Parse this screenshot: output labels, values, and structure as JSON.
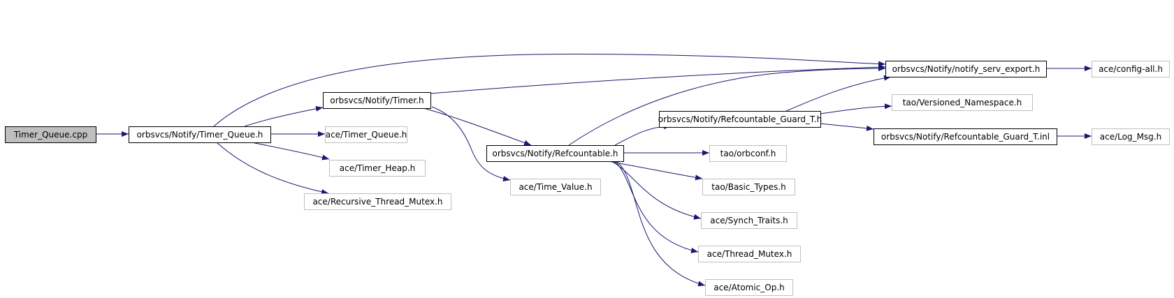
{
  "graph": {
    "nodes": [
      {
        "id": "timer_queue_cpp",
        "label": "Timer_Queue.cpp",
        "style": "root"
      },
      {
        "id": "timer_queue_h",
        "label": "orbsvcs/Notify/Timer_Queue.h",
        "style": "internal"
      },
      {
        "id": "timer_h",
        "label": "orbsvcs/Notify/Timer.h",
        "style": "internal"
      },
      {
        "id": "ace_timer_queue",
        "label": "ace/Timer_Queue.h",
        "style": "external"
      },
      {
        "id": "ace_timer_heap",
        "label": "ace/Timer_Heap.h",
        "style": "external"
      },
      {
        "id": "ace_recursive_mutex",
        "label": "ace/Recursive_Thread_Mutex.h",
        "style": "external"
      },
      {
        "id": "refcountable_h",
        "label": "orbsvcs/Notify/Refcountable.h",
        "style": "internal"
      },
      {
        "id": "ace_time_value",
        "label": "ace/Time_Value.h",
        "style": "external"
      },
      {
        "id": "notify_serv_export",
        "label": "orbsvcs/Notify/notify_serv_export.h",
        "style": "internal"
      },
      {
        "id": "ace_config_all",
        "label": "ace/config-all.h",
        "style": "external"
      },
      {
        "id": "refcountable_guard_h",
        "label": "orbsvcs/Notify/Refcountable_Guard_T.h",
        "style": "internal"
      },
      {
        "id": "tao_versioned_ns",
        "label": "tao/Versioned_Namespace.h",
        "style": "external"
      },
      {
        "id": "refcountable_guard_inl",
        "label": "orbsvcs/Notify/Refcountable_Guard_T.inl",
        "style": "internal"
      },
      {
        "id": "ace_log_msg",
        "label": "ace/Log_Msg.h",
        "style": "external"
      },
      {
        "id": "tao_orbconf",
        "label": "tao/orbconf.h",
        "style": "external"
      },
      {
        "id": "tao_basic_types",
        "label": "tao/Basic_Types.h",
        "style": "external"
      },
      {
        "id": "ace_synch_traits",
        "label": "ace/Synch_Traits.h",
        "style": "external"
      },
      {
        "id": "ace_thread_mutex",
        "label": "ace/Thread_Mutex.h",
        "style": "external"
      },
      {
        "id": "ace_atomic_op",
        "label": "ace/Atomic_Op.h",
        "style": "external"
      }
    ],
    "edges": [
      {
        "from": "timer_queue_cpp",
        "to": "timer_queue_h"
      },
      {
        "from": "timer_queue_h",
        "to": "notify_serv_export"
      },
      {
        "from": "timer_queue_h",
        "to": "timer_h"
      },
      {
        "from": "timer_queue_h",
        "to": "ace_timer_queue"
      },
      {
        "from": "timer_queue_h",
        "to": "ace_timer_heap"
      },
      {
        "from": "timer_queue_h",
        "to": "ace_recursive_mutex"
      },
      {
        "from": "timer_h",
        "to": "notify_serv_export"
      },
      {
        "from": "timer_h",
        "to": "refcountable_h"
      },
      {
        "from": "timer_h",
        "to": "ace_time_value"
      },
      {
        "from": "notify_serv_export",
        "to": "ace_config_all"
      },
      {
        "from": "refcountable_h",
        "to": "notify_serv_export"
      },
      {
        "from": "refcountable_h",
        "to": "refcountable_guard_h"
      },
      {
        "from": "refcountable_h",
        "to": "tao_orbconf"
      },
      {
        "from": "refcountable_h",
        "to": "tao_basic_types"
      },
      {
        "from": "refcountable_h",
        "to": "ace_synch_traits"
      },
      {
        "from": "refcountable_h",
        "to": "ace_thread_mutex"
      },
      {
        "from": "refcountable_h",
        "to": "ace_atomic_op"
      },
      {
        "from": "refcountable_guard_h",
        "to": "notify_serv_export"
      },
      {
        "from": "refcountable_guard_h",
        "to": "tao_versioned_ns"
      },
      {
        "from": "refcountable_guard_h",
        "to": "refcountable_guard_inl"
      },
      {
        "from": "refcountable_guard_inl",
        "to": "ace_log_msg"
      }
    ]
  },
  "colors": {
    "edge": "#191970",
    "root_fill": "#bfbfbf",
    "root_border": "#000000",
    "internal_border": "#000000",
    "external_border": "#bfbfbf"
  }
}
